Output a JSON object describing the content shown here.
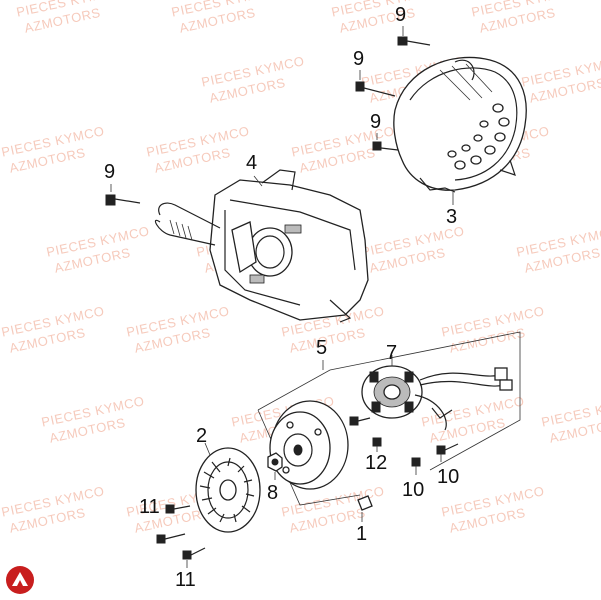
{
  "watermark": {
    "line1": "PIECES KYMCO",
    "line2": "AZMOTORS",
    "color": "#f3b9a6"
  },
  "callouts": [
    {
      "id": "c9a",
      "label": "9"
    },
    {
      "id": "c9b",
      "label": "9"
    },
    {
      "id": "c9c",
      "label": "9"
    },
    {
      "id": "c9d",
      "label": "9"
    },
    {
      "id": "c4",
      "label": "4"
    },
    {
      "id": "c3",
      "label": "3"
    },
    {
      "id": "c5",
      "label": "5"
    },
    {
      "id": "c7",
      "label": "7"
    },
    {
      "id": "c2",
      "label": "2"
    },
    {
      "id": "c12",
      "label": "12"
    },
    {
      "id": "c8",
      "label": "8"
    },
    {
      "id": "c10a",
      "label": "10"
    },
    {
      "id": "c10b",
      "label": "10"
    },
    {
      "id": "c11a",
      "label": "11"
    },
    {
      "id": "c11b",
      "label": "11"
    },
    {
      "id": "c1",
      "label": "1"
    }
  ],
  "logo": {
    "icon": "azmotors-logo-icon",
    "color": "#c81e1e"
  }
}
